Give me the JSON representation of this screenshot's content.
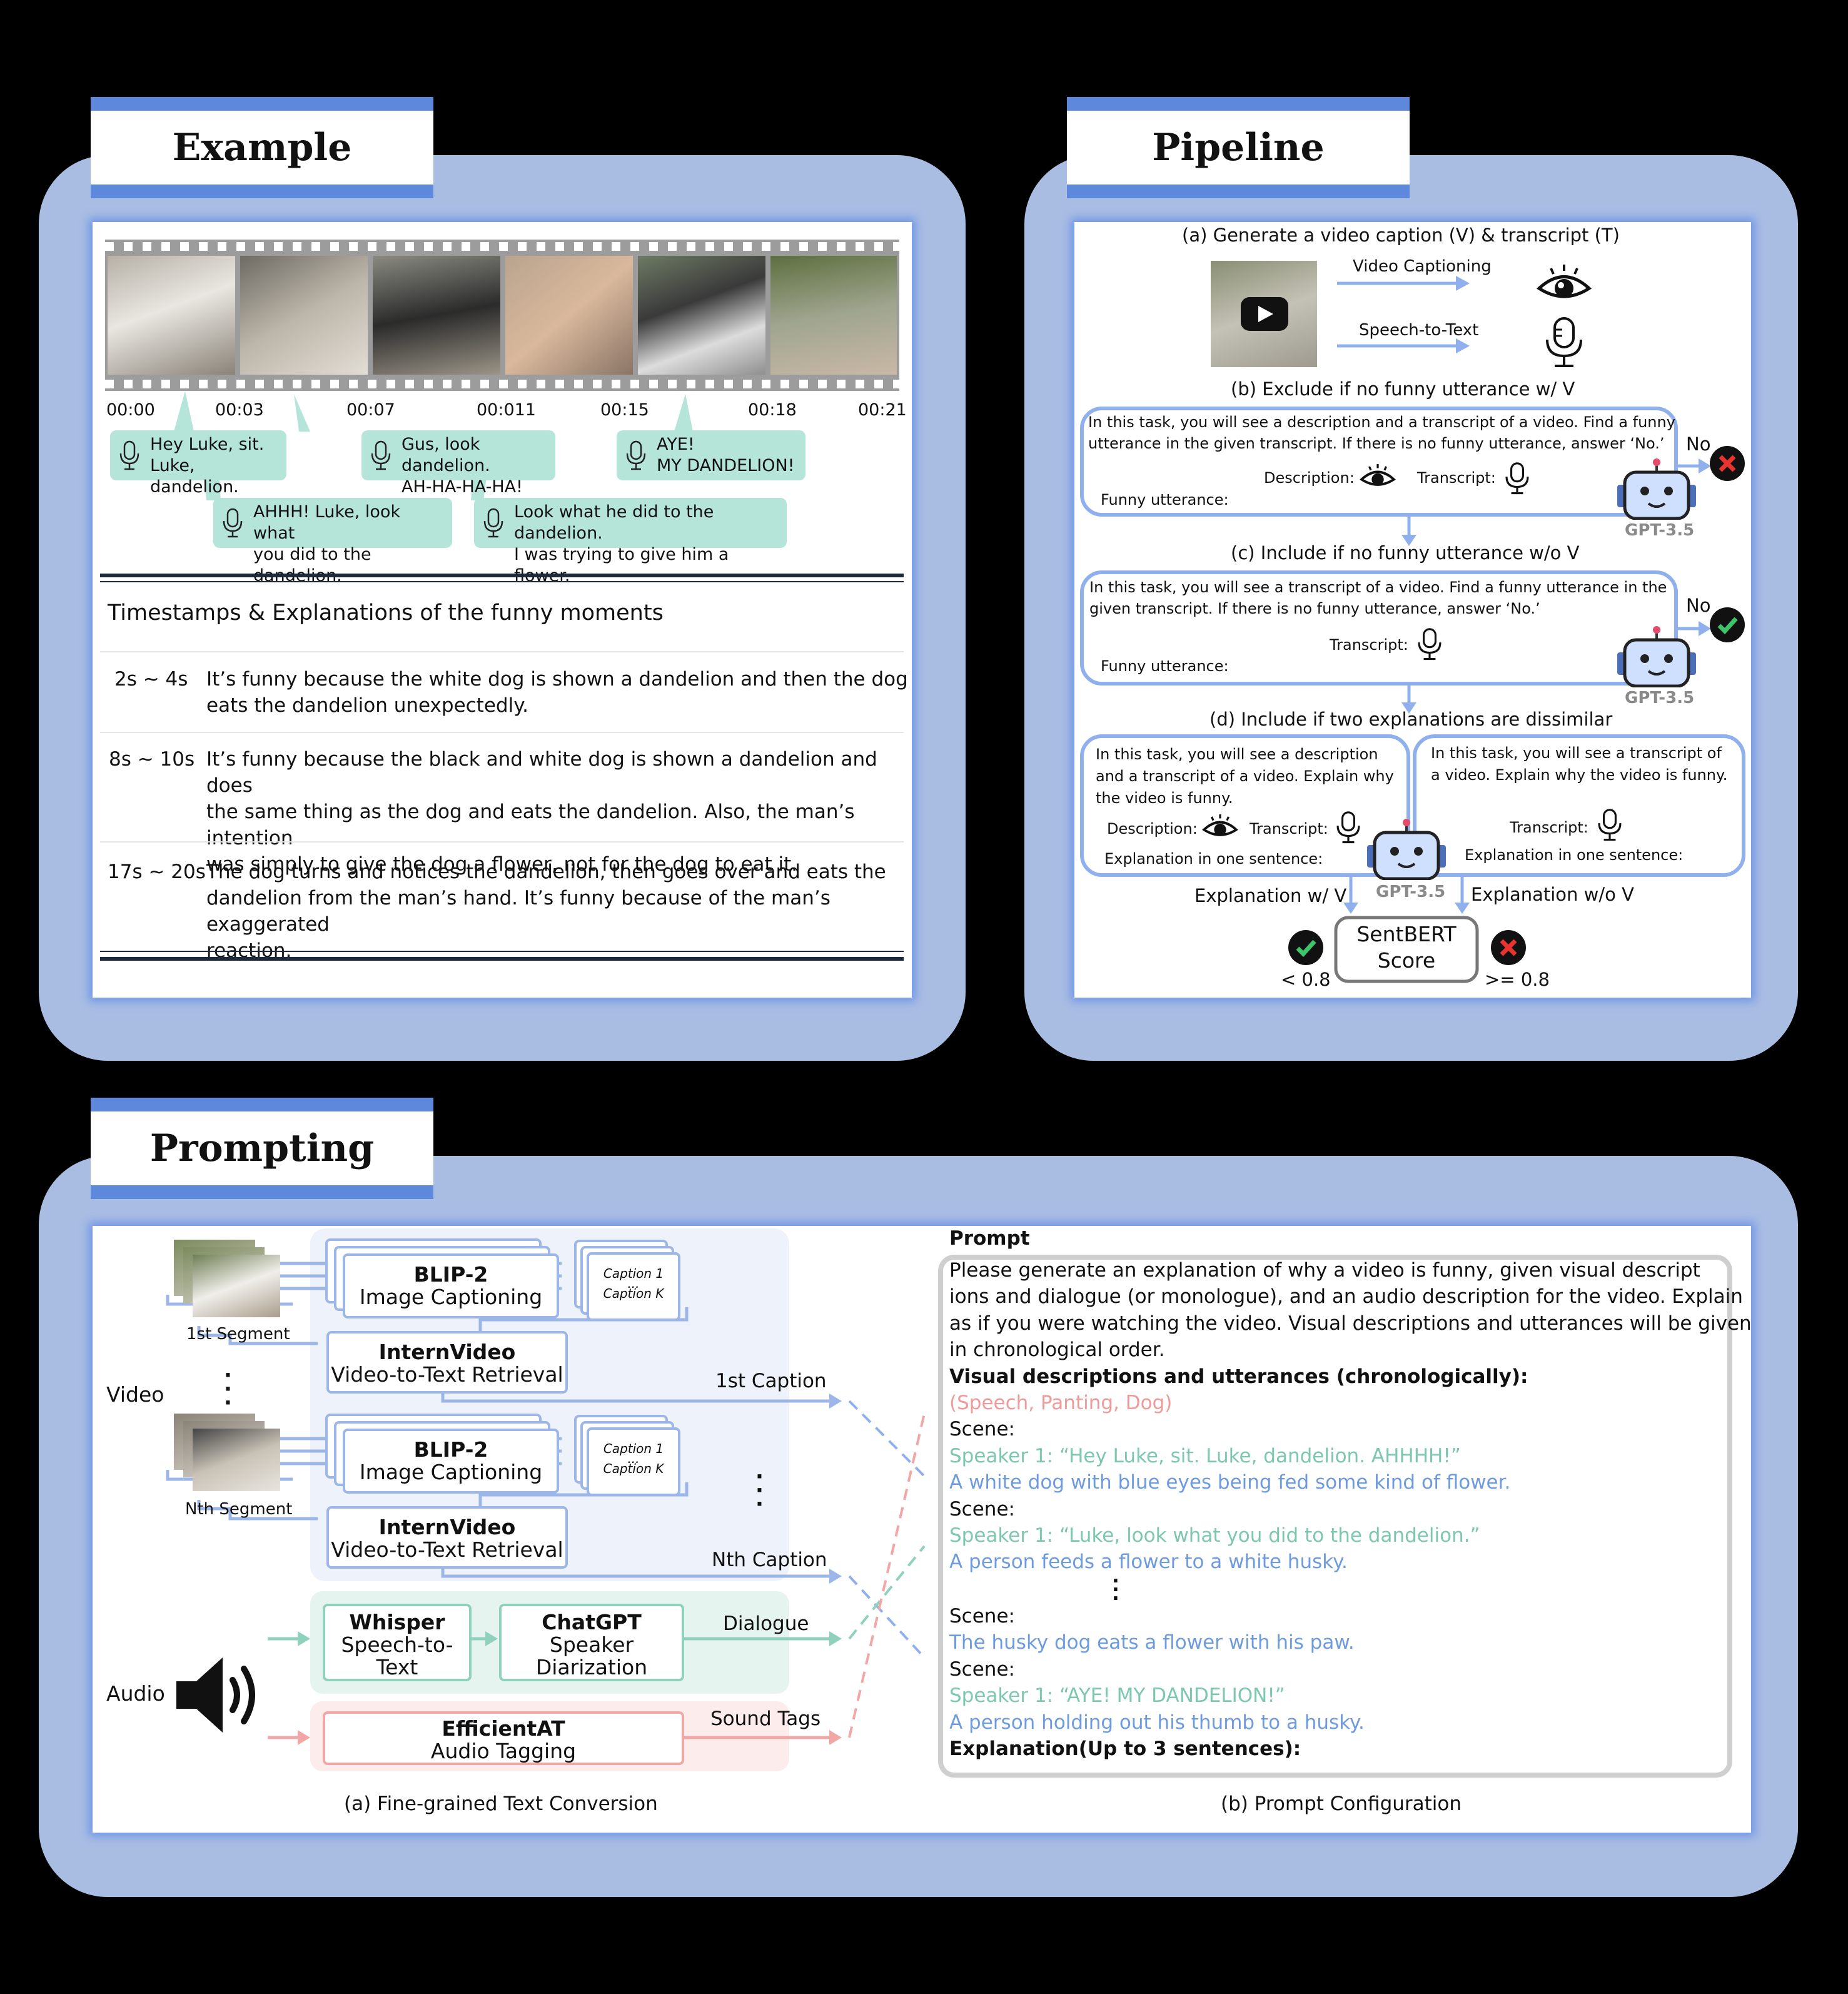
{
  "example": {
    "tab_title": "Example",
    "timestamps": [
      "00:00",
      "00:03",
      "00:07",
      "00:011",
      "00:15",
      "00:18",
      "00:21"
    ],
    "bubbles": [
      {
        "line1": "Hey Luke, sit.",
        "line2": "Luke, dandelion."
      },
      {
        "line1": "AHHH! Luke, look what",
        "line2": "you did to the dandelion."
      },
      {
        "line1": "Gus, look dandelion.",
        "line2": "AH-HA-HA-HA!"
      },
      {
        "line1": "Look what he did to the dandelion.",
        "line2": "I was trying to give him a flower."
      },
      {
        "line1": "AYE!",
        "line2": "MY DANDELION!"
      }
    ],
    "heading": "Timestamps  &  Explanations of the funny moments",
    "rows": [
      {
        "time": "2s ~ 4s",
        "lines": [
          "It’s funny because the white dog is shown a dandelion and then the dog",
          "eats the dandelion unexpectedly."
        ]
      },
      {
        "time": "8s ~ 10s",
        "lines": [
          "It’s funny because the black and white dog is shown a dandelion and does",
          "the same thing as  the dog and eats the dandelion. Also, the man’s intention",
          "was simply to give the dog a flower, not for the dog to eat it."
        ]
      },
      {
        "time": "17s ~ 20s",
        "lines": [
          "The dog turns and notices the dandelion, then goes over and eats the",
          "dandelion from the man’s hand. It’s funny because of the man’s exaggerated",
          "reaction."
        ]
      }
    ]
  },
  "pipeline": {
    "tab_title": "Pipeline",
    "step_a": "(a)  Generate a video caption (V)  & transcript (T)",
    "video_captioning": "Video Captioning",
    "speech_to_text": "Speech-to-Text",
    "step_b": "(b)  Exclude if no funny utterance w/ V",
    "box_b_line1": "In this task, you will see a description and a transcript of a video. Find a funny",
    "box_b_line2": "utterance in the given transcript. If there is no funny utterance, answer ‘No.’",
    "description_label": "Description:",
    "transcript_label": "Transcript:",
    "funny_utterance": "Funny utterance:",
    "no_label_1": "No",
    "gpt_label": "GPT-3.5",
    "step_c": "(c)  Include if no funny utterance w/o  V",
    "box_c_line1": "In this task, you will see a transcript of a video. Find a funny utterance in the",
    "box_c_line2": "given transcript. If there is no funny utterance, answer ‘No.’",
    "no_label_2": "No",
    "step_d": "(d)  Include if two explanations are dissimilar",
    "box_d1_lines": [
      "In this task, you will see a description",
      "and a transcript of a video. Explain why",
      "the video is funny."
    ],
    "box_d2_lines": [
      "In this task, you will see a transcript of",
      "a video. Explain why the video is funny."
    ],
    "explanation_one_sentence": "Explanation in one sentence:",
    "explanation_wv": "Explanation w/ V",
    "explanation_wov": "Explanation w/o V",
    "sentbert_line1": "SentBERT",
    "sentbert_line2": "Score",
    "lt": "< 0.8",
    "ge": ">= 0.8"
  },
  "prompting": {
    "tab_title": "Prompting",
    "video_label": "Video",
    "audio_label": "Audio",
    "segment_1": "1st Segment",
    "segment_n": "Nth Segment",
    "blip_title": "BLIP-2",
    "blip_sub": "Image Captioning",
    "caption_1": "Caption 1",
    "caption_k": "Caption K",
    "intern_title": "InternVideo",
    "intern_sub": "Video-to-Text Retrieval",
    "first_caption": "1st Caption",
    "nth_caption": "Nth Caption",
    "whisper_title": "Whisper",
    "whisper_sub1": "Speech-to-",
    "whisper_sub2": "Text",
    "chatgpt_title": "ChatGPT",
    "chatgpt_sub1": "Speaker",
    "chatgpt_sub2": "Diarization",
    "dialogue": "Dialogue",
    "efficient_title": "EfficientAT",
    "efficient_sub": "Audio Tagging",
    "sound_tags": "Sound Tags",
    "caption_a": "(a)  Fine-grained Text Conversion",
    "prompt_title": "Prompt",
    "prompt_intro": [
      "Please generate an explanation of why a video is funny, given visual descript",
      "ions and dialogue (or monologue), and an audio description for the video. Explain",
      "as if you were watching the video. Visual descriptions and utterances will be given",
      "in chronological order."
    ],
    "visual_heading": "Visual descriptions and utterances (chronologically):",
    "sound": "(Speech, Panting, Dog)",
    "scene": "Scene:",
    "speaker1": "Speaker 1: “Hey Luke, sit. Luke, dandelion. AHHHH!”",
    "desc1": "A white dog with blue eyes being fed some kind of flower.",
    "speaker2": "Speaker 1: “Luke, look what you did to the dandelion.”",
    "desc2": "A person feeds a flower to a white husky.",
    "desc3": "The husky dog eats a flower with his paw.",
    "speaker3": "Speaker 1: “AYE! MY DANDELION!”",
    "desc4": "A person holding out his thumb to a husky.",
    "explanation_heading": "Explanation(Up to 3 sentences):",
    "caption_b": "(b)  Prompt Configuration"
  },
  "colors": {
    "panel": "#a9bde3",
    "tab_border": "#5e88dc",
    "blue_text": "#6e9be0",
    "green_text": "#7cc7ae",
    "red_text": "#f09a9a",
    "bubble": "#b5e5d8"
  }
}
